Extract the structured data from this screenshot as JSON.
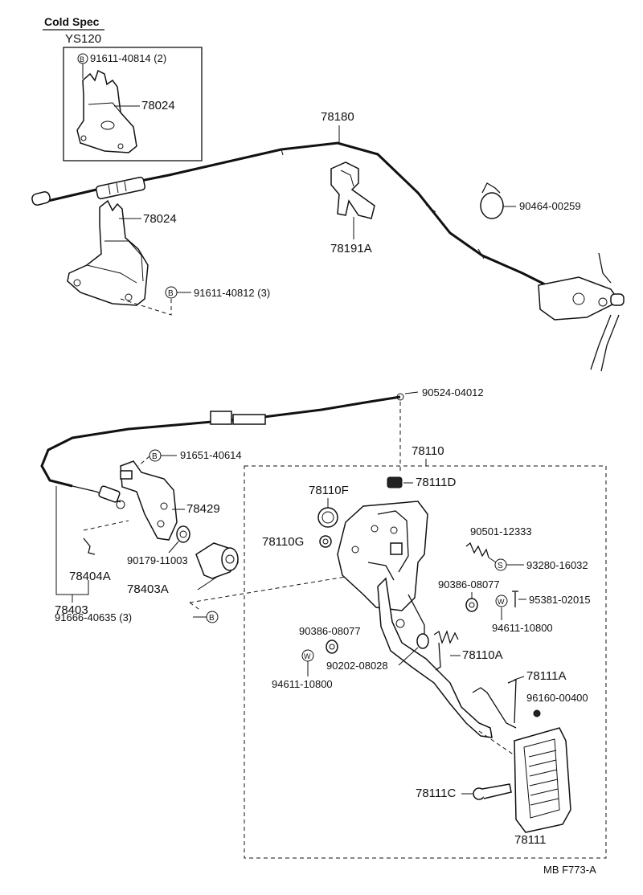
{
  "header": {
    "title": "Cold Spec",
    "subtitle": "YS120"
  },
  "bolt_marker": "B",
  "spring_marker": "S",
  "washer_marker": "W",
  "labels": {
    "p91611_40814": "91611-40814 (2)",
    "p78024_top": "78024",
    "p78180": "78180",
    "p78024_mid": "78024",
    "p78191A": "78191A",
    "p90464_00259": "90464-00259",
    "p91611_40812": "91611-40812 (3)",
    "p90524_04012": "90524-04012",
    "p78110": "78110",
    "p91651_40614": "91651-40614",
    "p78110F": "78110F",
    "p78111D": "78111D",
    "p78429": "78429",
    "p78110G": "78110G",
    "p90501_12333": "90501-12333",
    "p93280_16032": "93280-16032",
    "p90179_11003": "90179-11003",
    "p90386_08077_r": "90386-08077",
    "p95381_02015": "95381-02015",
    "p78404A": "78404A",
    "p78403A": "78403A",
    "p94611_10800_r": "94611-10800",
    "p78403": "78403",
    "p91666_40635": "91666-40635 (3)",
    "p90386_08077_l": "90386-08077",
    "p90202_08028": "90202-08028",
    "p78110A": "78110A",
    "p78111A": "78111A",
    "p94611_10800_l": "94611-10800",
    "p96160_00400": "96160-00400",
    "p78111C": "78111C",
    "p78111": "78111"
  },
  "footer": {
    "code": "MB  F773-A"
  }
}
